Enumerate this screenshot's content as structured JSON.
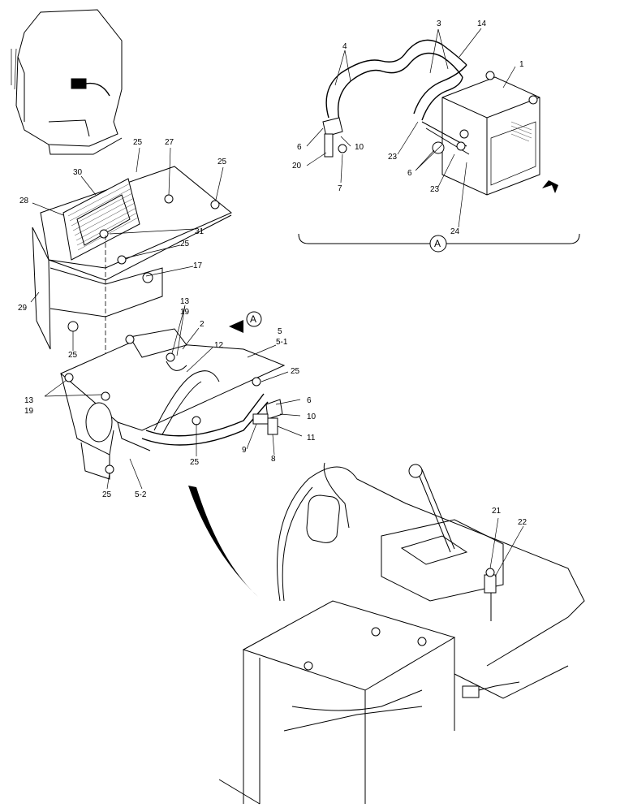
{
  "callouts": [
    {
      "id": "c-1",
      "text": "1"
    },
    {
      "id": "c-3",
      "text": "3"
    },
    {
      "id": "c-14",
      "text": "14"
    },
    {
      "id": "c-4",
      "text": "4"
    },
    {
      "id": "c-6a",
      "text": "6"
    },
    {
      "id": "c-10a",
      "text": "10"
    },
    {
      "id": "c-20",
      "text": "20"
    },
    {
      "id": "c-7",
      "text": "7"
    },
    {
      "id": "c-23a",
      "text": "23"
    },
    {
      "id": "c-6b",
      "text": "6"
    },
    {
      "id": "c-23b",
      "text": "23"
    },
    {
      "id": "c-24",
      "text": "24"
    },
    {
      "id": "c-25a",
      "text": "25"
    },
    {
      "id": "c-27",
      "text": "27"
    },
    {
      "id": "c-25b",
      "text": "25"
    },
    {
      "id": "c-30",
      "text": "30"
    },
    {
      "id": "c-28",
      "text": "28"
    },
    {
      "id": "c-31",
      "text": "31"
    },
    {
      "id": "c-25c",
      "text": "25"
    },
    {
      "id": "c-17",
      "text": "17"
    },
    {
      "id": "c-29",
      "text": "29"
    },
    {
      "id": "c-13a",
      "text": "13"
    },
    {
      "id": "c-19a",
      "text": "19"
    },
    {
      "id": "c-2",
      "text": "2"
    },
    {
      "id": "c-5",
      "text": "5"
    },
    {
      "id": "c-5-1",
      "text": "5-1"
    },
    {
      "id": "c-12",
      "text": "12"
    },
    {
      "id": "c-25d",
      "text": "25"
    },
    {
      "id": "c-25e",
      "text": "25"
    },
    {
      "id": "c-6c",
      "text": "6"
    },
    {
      "id": "c-10b",
      "text": "10"
    },
    {
      "id": "c-11",
      "text": "11"
    },
    {
      "id": "c-9",
      "text": "9"
    },
    {
      "id": "c-8",
      "text": "8"
    },
    {
      "id": "c-13b",
      "text": "13"
    },
    {
      "id": "c-19b",
      "text": "19"
    },
    {
      "id": "c-25f",
      "text": "25"
    },
    {
      "id": "c-25g",
      "text": "25"
    },
    {
      "id": "c-5-2",
      "text": "5-2"
    },
    {
      "id": "c-21",
      "text": "21"
    },
    {
      "id": "c-22",
      "text": "22"
    }
  ],
  "view_marker": "A",
  "colors": {
    "line": "#000000",
    "background": "#ffffff",
    "hatch": "#444444"
  }
}
